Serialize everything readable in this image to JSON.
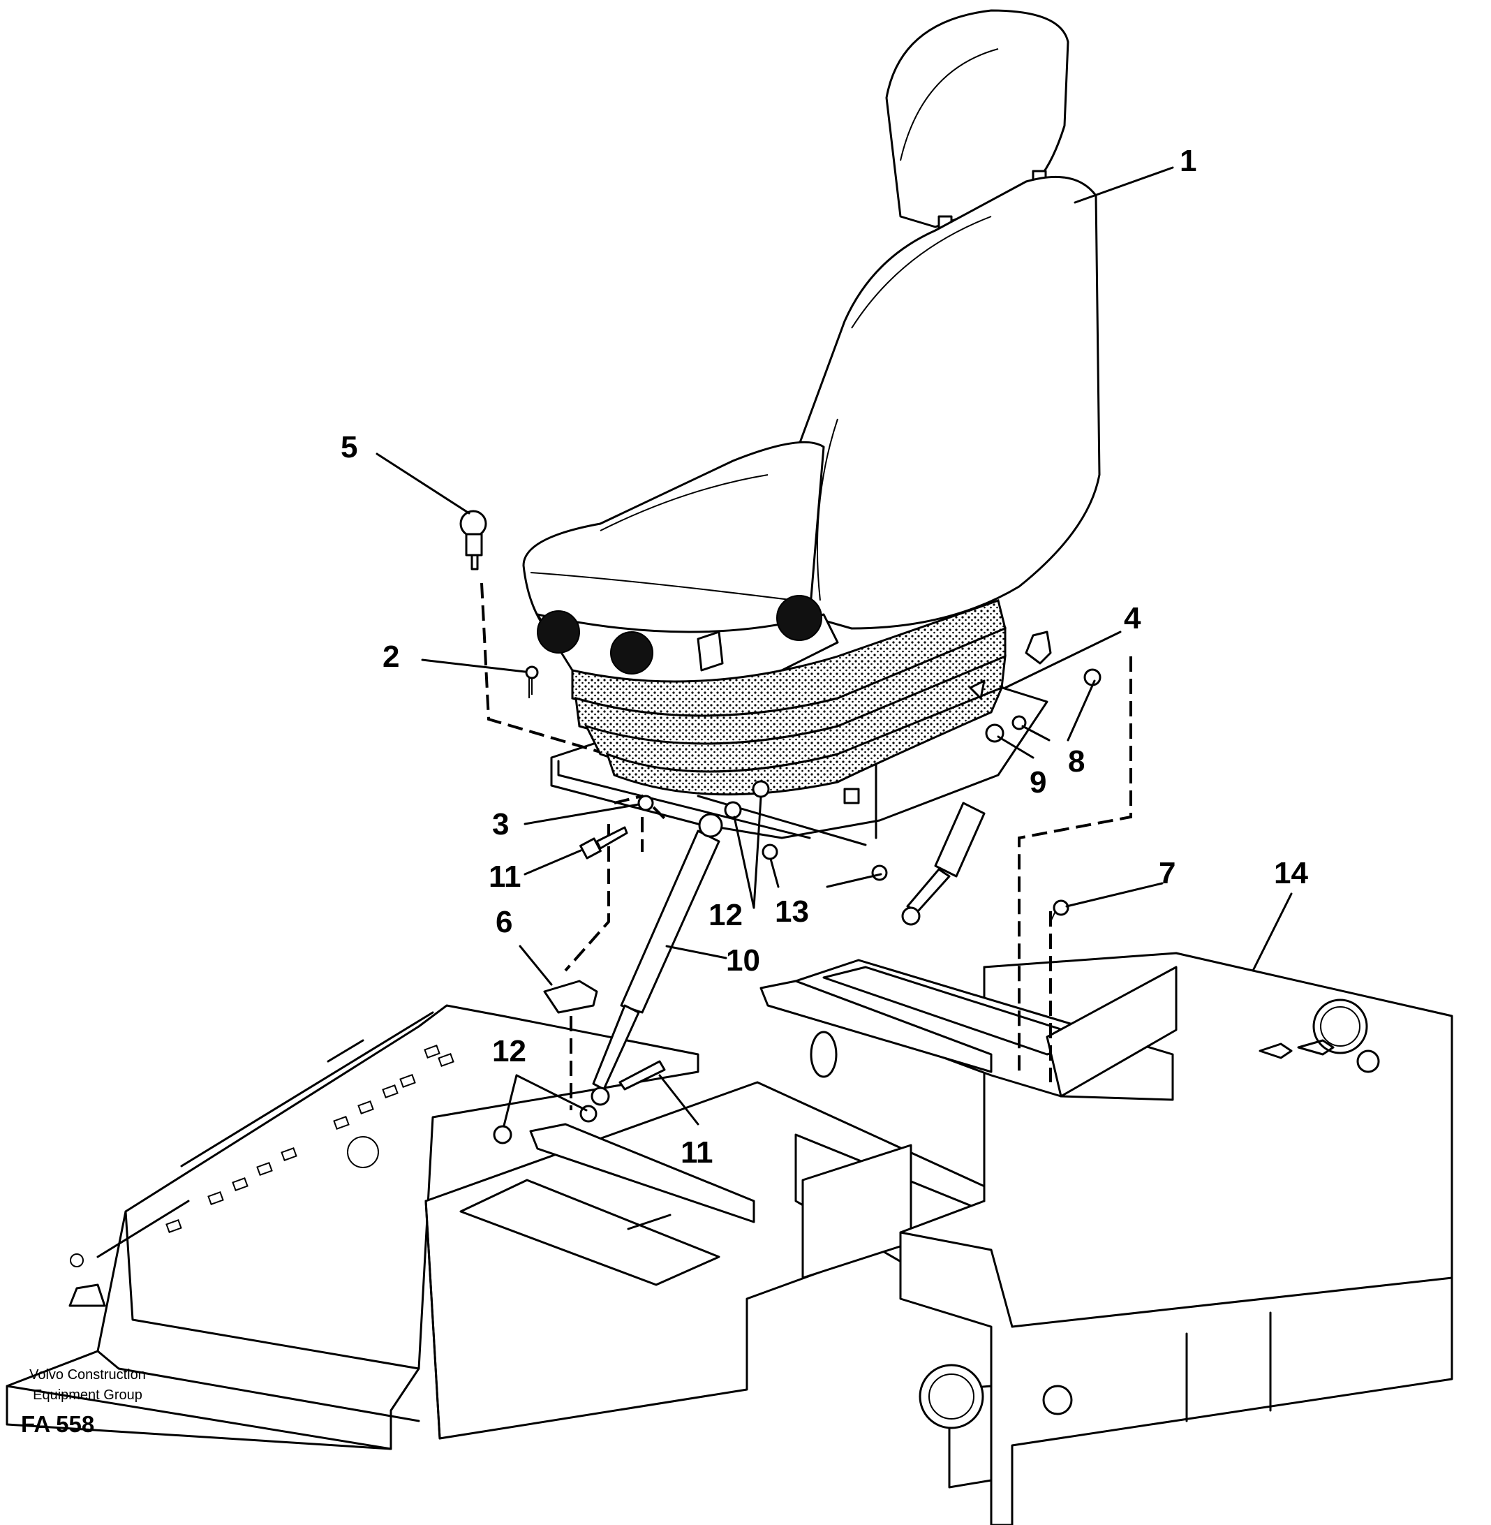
{
  "diagram": {
    "callouts": [
      {
        "id": "1",
        "label": "1"
      },
      {
        "id": "2",
        "label": "2"
      },
      {
        "id": "3",
        "label": "3"
      },
      {
        "id": "4",
        "label": "4"
      },
      {
        "id": "5",
        "label": "5"
      },
      {
        "id": "6",
        "label": "6"
      },
      {
        "id": "7",
        "label": "7"
      },
      {
        "id": "8",
        "label": "8"
      },
      {
        "id": "9",
        "label": "9"
      },
      {
        "id": "10",
        "label": "10"
      },
      {
        "id": "11a",
        "label": "11"
      },
      {
        "id": "11b",
        "label": "11"
      },
      {
        "id": "12a",
        "label": "12"
      },
      {
        "id": "12b",
        "label": "12"
      },
      {
        "id": "13",
        "label": "13"
      },
      {
        "id": "14",
        "label": "14"
      }
    ]
  },
  "caption": {
    "org_line1": "Volvo Construction",
    "org_line2": "Equipment Group",
    "figure_id": "FA 558"
  }
}
